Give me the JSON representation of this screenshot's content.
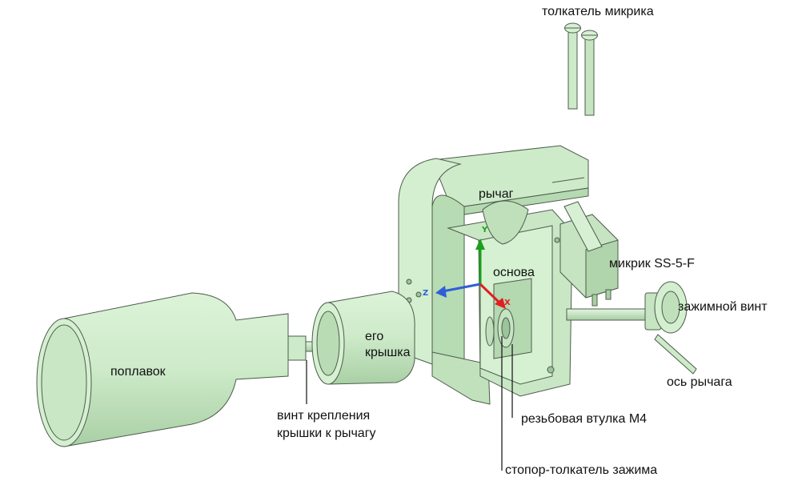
{
  "labels": {
    "pusher_micro": "толкатель микрика",
    "lever": "рычаг",
    "base": "основа",
    "microswitch": "микрик SS-5-F",
    "clamp_screw": "зажимной винт",
    "lever_axis": "ось рычага",
    "float": "поплавок",
    "cover_line1": "его",
    "cover_line2": "крышка",
    "cover_screw_line1": "винт крепления",
    "cover_screw_line2": "крышки к рычагу",
    "threaded_bushing": "резьбовая втулка М4",
    "stopper_pusher": "стопор-толкатель зажима"
  },
  "axes": {
    "x": "X",
    "y": "Y",
    "z": "Z"
  },
  "colors": {
    "part_fill": "#cfeccb",
    "part_shade": "#b5d9b1",
    "part_dark": "#9cc399",
    "edge": "#4d5c4c",
    "axis_x": "#e02020",
    "axis_y": "#1aa01a",
    "axis_z": "#2f5fd6"
  }
}
